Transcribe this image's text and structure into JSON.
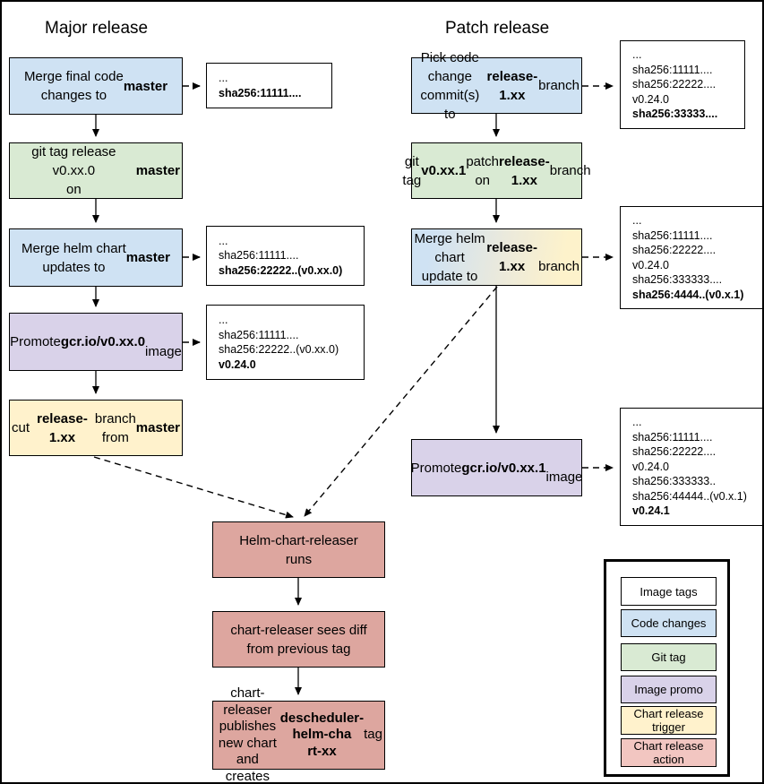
{
  "titles": {
    "major": "Major release",
    "patch": "Patch release"
  },
  "colors": {
    "code_changes": "#cfe2f3",
    "git_tag": "#d9ead3",
    "image_promo": "#d9d2e9",
    "chart_release_trigger": "#fff2cc",
    "chart_release_action": "#dda69f",
    "tag_box_bg": "#ffffff",
    "mixed_trigger_gradient": "linear-gradient(100deg, #cfe2f3 12%, #eceadb 55%, #fdf2cb 88%)",
    "line": "#000000"
  },
  "major_flow": {
    "merge_code": {
      "segments": [
        {
          "t": "Merge final code\nchanges to "
        },
        {
          "t": "master",
          "b": true
        }
      ]
    },
    "git_tag": {
      "segments": [
        {
          "t": "git tag release v0.xx.0\non "
        },
        {
          "t": "master",
          "b": true
        }
      ]
    },
    "merge_helm": {
      "segments": [
        {
          "t": "Merge helm chart\nupdates to "
        },
        {
          "t": "master",
          "b": true
        }
      ]
    },
    "promote": {
      "segments": [
        {
          "t": "Promote "
        },
        {
          "t": "gcr.io/v0.xx.0",
          "b": true
        },
        {
          "t": "\nimage"
        }
      ]
    },
    "cut_branch": {
      "segments": [
        {
          "t": "cut "
        },
        {
          "t": "release-1.xx",
          "b": true
        },
        {
          "t": " branch\nfrom "
        },
        {
          "t": "master",
          "b": true
        }
      ]
    }
  },
  "patch_flow": {
    "pick_commits": {
      "segments": [
        {
          "t": "Pick code change\ncommit(s) to\n"
        },
        {
          "t": "release-1.xx",
          "b": true
        },
        {
          "t": " branch"
        }
      ]
    },
    "git_tag": {
      "segments": [
        {
          "t": "git tag "
        },
        {
          "t": "v0.xx.1",
          "b": true
        },
        {
          "t": " patch on\n"
        },
        {
          "t": "release-1.xx",
          "b": true
        },
        {
          "t": " branch"
        }
      ]
    },
    "merge_helm": {
      "segments": [
        {
          "t": "Merge helm chart\nupdate to "
        },
        {
          "t": "release-1.xx",
          "b": true
        },
        {
          "t": "\nbranch"
        }
      ]
    },
    "promote": {
      "segments": [
        {
          "t": "Promote "
        },
        {
          "t": "gcr.io/v0.xx.1",
          "b": true
        },
        {
          "t": "\nimage"
        }
      ]
    }
  },
  "chart_release_flow": {
    "runs": {
      "segments": [
        {
          "t": "Helm-chart-releaser\nruns"
        }
      ]
    },
    "sees_diff": {
      "segments": [
        {
          "t": "chart-releaser sees diff\nfrom previous tag"
        }
      ]
    },
    "publishes": {
      "segments": [
        {
          "t": "chart-releaser publishes\nnew chart and creates\n"
        },
        {
          "t": "descheduler-helm-cha\nrt-xx",
          "b": true
        },
        {
          "t": " tag"
        }
      ]
    }
  },
  "image_tag_boxes": {
    "major_code": {
      "segments": [
        {
          "t": "...\n"
        },
        {
          "t": "sha256:11111....",
          "b": true
        }
      ]
    },
    "major_helm": {
      "segments": [
        {
          "t": "...\nsha256:11111....\n"
        },
        {
          "t": "sha256:22222..(v0.xx.0)",
          "b": true
        }
      ]
    },
    "major_promote": {
      "segments": [
        {
          "t": "...\nsha256:11111....\nsha256:22222..(v0.xx.0)\n"
        },
        {
          "t": "v0.24.0",
          "b": true
        }
      ]
    },
    "patch_code": {
      "segments": [
        {
          "t": "...\nsha256:11111....\nsha256:22222....\nv0.24.0\n"
        },
        {
          "t": "sha256:33333....",
          "b": true
        }
      ]
    },
    "patch_helm": {
      "segments": [
        {
          "t": "...\nsha256:11111....\nsha256:22222....\nv0.24.0\nsha256:333333....\n"
        },
        {
          "t": "sha256:4444..(v0.x.1)",
          "b": true
        }
      ]
    },
    "patch_promote": {
      "segments": [
        {
          "t": "...\nsha256:11111....\nsha256:22222....\nv0.24.0\nsha256:333333..\nsha256:44444..(v0.x.1)\n"
        },
        {
          "t": "v0.24.1",
          "b": true
        }
      ]
    }
  },
  "legend": {
    "items": [
      {
        "label": "Image tags",
        "color": "#ffffff"
      },
      {
        "label": "Code changes",
        "color": "#cfe2f3"
      },
      {
        "label": "Git tag",
        "color": "#d9ead3"
      },
      {
        "label": "Image promo",
        "color": "#d9d2e9"
      },
      {
        "label": "Chart release\ntrigger",
        "color": "#fff2cc"
      },
      {
        "label": "Chart release\naction",
        "color": "#f2c6c1"
      }
    ]
  }
}
